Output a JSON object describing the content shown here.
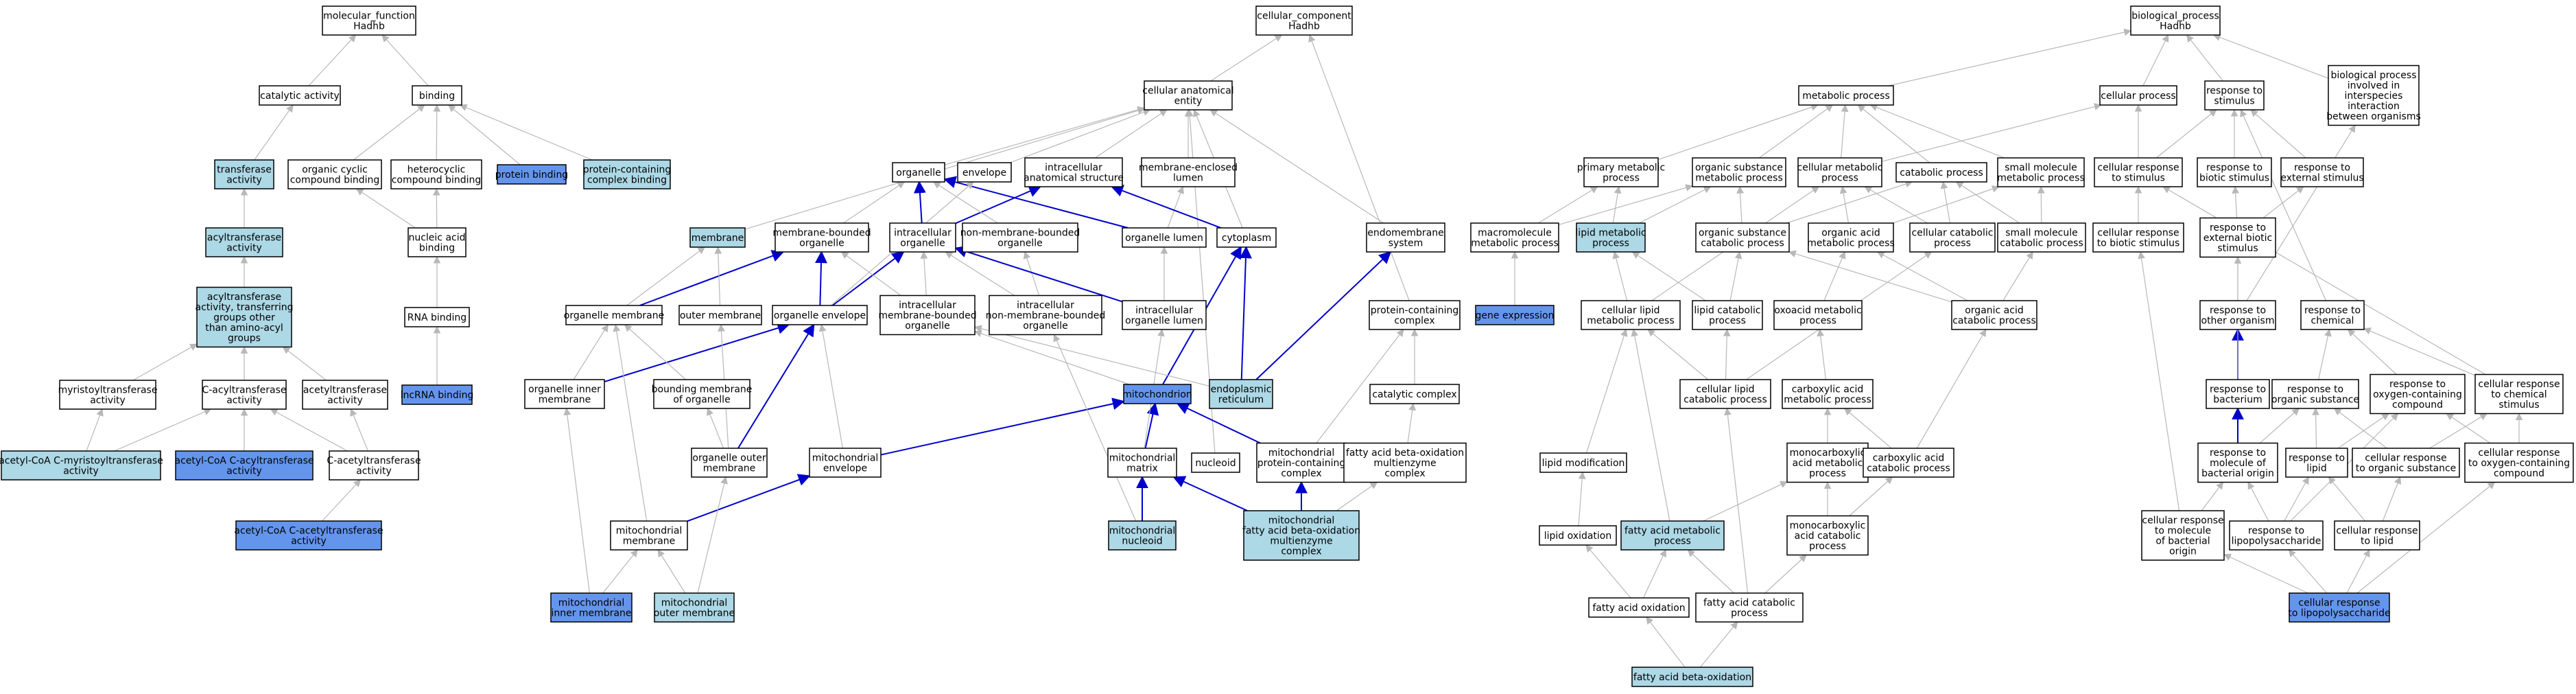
{
  "colors": {
    "plain": "#ffffff",
    "light": "#add8e6",
    "highlight": "#6495ed",
    "edge_gray": "#b8b8b8",
    "edge_blue": "#0000cd"
  },
  "nodes": [
    {
      "id": "mf_root",
      "text": "molecular_function\nHadhb",
      "fill": "plain"
    },
    {
      "id": "catalytic",
      "text": "catalytic activity",
      "fill": "plain"
    },
    {
      "id": "binding",
      "text": "binding",
      "fill": "plain"
    },
    {
      "id": "transferase",
      "text": "transferase\nactivity",
      "fill": "light"
    },
    {
      "id": "org_cyclic",
      "text": "organic cyclic\ncompound binding",
      "fill": "plain"
    },
    {
      "id": "heterocyclic",
      "text": "heterocyclic\ncompound binding",
      "fill": "plain"
    },
    {
      "id": "protein_binding",
      "text": "protein binding",
      "fill": "highlight"
    },
    {
      "id": "protein_complex_binding",
      "text": "protein-containing\ncomplex binding",
      "fill": "light"
    },
    {
      "id": "acyltransferase",
      "text": "acyltransferase\nactivity",
      "fill": "light"
    },
    {
      "id": "nucleic_acid_binding",
      "text": "nucleic acid\nbinding",
      "fill": "plain"
    },
    {
      "id": "acyltransferase_other",
      "text": "acyltransferase\nactivity, transferring\ngroups other\nthan amino-acyl\ngroups",
      "fill": "light"
    },
    {
      "id": "rna_binding",
      "text": "RNA binding",
      "fill": "plain"
    },
    {
      "id": "myristoyltransferase",
      "text": "myristoyltransferase\nactivity",
      "fill": "plain"
    },
    {
      "id": "c_acyltransferase",
      "text": "C-acyltransferase\nactivity",
      "fill": "plain"
    },
    {
      "id": "acetyltransferase",
      "text": "acetyltransferase\nactivity",
      "fill": "plain"
    },
    {
      "id": "lncrna_binding",
      "text": "lncRNA binding",
      "fill": "highlight"
    },
    {
      "id": "acetylcoa_myristoyl",
      "text": "acetyl-CoA C-myristoyltransferase\nactivity",
      "fill": "light"
    },
    {
      "id": "acetylcoa_cacyl",
      "text": "acetyl-CoA C-acyltransferase\nactivity",
      "fill": "highlight"
    },
    {
      "id": "c_acetyltransferase",
      "text": "C-acetyltransferase\nactivity",
      "fill": "plain"
    },
    {
      "id": "acetylcoa_cacetyl",
      "text": "acetyl-CoA C-acetyltransferase\nactivity",
      "fill": "highlight"
    },
    {
      "id": "cc_root",
      "text": "cellular_component\nHadhb",
      "fill": "plain"
    },
    {
      "id": "cell_anat",
      "text": "cellular anatomical\nentity",
      "fill": "plain"
    },
    {
      "id": "organelle",
      "text": "organelle",
      "fill": "plain"
    },
    {
      "id": "envelope",
      "text": "envelope",
      "fill": "plain"
    },
    {
      "id": "intracell_anat",
      "text": "intracellular\nanatomical structure",
      "fill": "plain"
    },
    {
      "id": "membrane_enclosed_lumen",
      "text": "membrane-enclosed\nlumen",
      "fill": "plain"
    },
    {
      "id": "membrane",
      "text": "membrane",
      "fill": "light"
    },
    {
      "id": "membrane_bounded_org",
      "text": "membrane-bounded\norganelle",
      "fill": "plain"
    },
    {
      "id": "intracell_org",
      "text": "intracellular\norganelle",
      "fill": "plain"
    },
    {
      "id": "non_membrane_org",
      "text": "non-membrane-bounded\norganelle",
      "fill": "plain"
    },
    {
      "id": "organelle_lumen",
      "text": "organelle lumen",
      "fill": "plain"
    },
    {
      "id": "cytoplasm",
      "text": "cytoplasm",
      "fill": "plain"
    },
    {
      "id": "endomembrane",
      "text": "endomembrane\nsystem",
      "fill": "plain"
    },
    {
      "id": "organelle_membrane",
      "text": "organelle membrane",
      "fill": "plain"
    },
    {
      "id": "outer_membrane",
      "text": "outer membrane",
      "fill": "plain"
    },
    {
      "id": "organelle_envelope",
      "text": "organelle envelope",
      "fill": "plain"
    },
    {
      "id": "intracell_membrane_org",
      "text": "intracellular\nmembrane-bounded\norganelle",
      "fill": "plain"
    },
    {
      "id": "intracell_non_membrane_org",
      "text": "intracellular\nnon-membrane-bounded\norganelle",
      "fill": "plain"
    },
    {
      "id": "intracell_org_lumen",
      "text": "intracellular\norganelle lumen",
      "fill": "plain"
    },
    {
      "id": "protein_complex",
      "text": "protein-containing\ncomplex",
      "fill": "plain"
    },
    {
      "id": "org_inner_membrane",
      "text": "organelle inner\nmembrane",
      "fill": "plain"
    },
    {
      "id": "bounding_membrane",
      "text": "bounding membrane\nof organelle",
      "fill": "plain"
    },
    {
      "id": "mitochondrion",
      "text": "mitochondrion",
      "fill": "highlight"
    },
    {
      "id": "er",
      "text": "endoplasmic\nreticulum",
      "fill": "light"
    },
    {
      "id": "catalytic_complex",
      "text": "catalytic complex",
      "fill": "plain"
    },
    {
      "id": "org_outer_membrane",
      "text": "organelle outer\nmembrane",
      "fill": "plain"
    },
    {
      "id": "mito_envelope",
      "text": "mitochondrial\nenvelope",
      "fill": "plain"
    },
    {
      "id": "mito_matrix",
      "text": "mitochondrial\nmatrix",
      "fill": "plain"
    },
    {
      "id": "nucleoid",
      "text": "nucleoid",
      "fill": "plain"
    },
    {
      "id": "mito_protein_complex",
      "text": "mitochondrial\nprotein-containing\ncomplex",
      "fill": "plain"
    },
    {
      "id": "fa_beta_ox_multienzyme",
      "text": "fatty acid beta-oxidation\nmultienzyme\ncomplex",
      "fill": "plain"
    },
    {
      "id": "mito_membrane",
      "text": "mitochondrial\nmembrane",
      "fill": "plain"
    },
    {
      "id": "mito_nucleoid",
      "text": "mitochondrial\nnucleoid",
      "fill": "light"
    },
    {
      "id": "mito_fa_complex",
      "text": "mitochondrial\nfatty acid beta-oxidation\nmultienzyme\ncomplex",
      "fill": "light"
    },
    {
      "id": "mito_inner_membrane",
      "text": "mitochondrial\ninner membrane",
      "fill": "highlight"
    },
    {
      "id": "mito_outer_membrane",
      "text": "mitochondrial\nouter membrane",
      "fill": "light"
    },
    {
      "id": "bp_root",
      "text": "biological_process\nHadhb",
      "fill": "plain"
    },
    {
      "id": "metabolic",
      "text": "metabolic process",
      "fill": "plain"
    },
    {
      "id": "cellular_process",
      "text": "cellular process",
      "fill": "plain"
    },
    {
      "id": "response_stimulus",
      "text": "response to\nstimulus",
      "fill": "plain"
    },
    {
      "id": "interspecies",
      "text": "biological process\ninvolved in\ninterspecies\ninteraction\nbetween organisms",
      "fill": "plain"
    },
    {
      "id": "primary_metabolic",
      "text": "primary metabolic\nprocess",
      "fill": "plain"
    },
    {
      "id": "organic_subst_metabolic",
      "text": "organic substance\nmetabolic process",
      "fill": "plain"
    },
    {
      "id": "cellular_metabolic",
      "text": "cellular metabolic\nprocess",
      "fill": "plain"
    },
    {
      "id": "catabolic",
      "text": "catabolic process",
      "fill": "plain"
    },
    {
      "id": "small_mol_metabolic",
      "text": "small molecule\nmetabolic process",
      "fill": "plain"
    },
    {
      "id": "cell_resp_stimulus",
      "text": "cellular response\nto stimulus",
      "fill": "plain"
    },
    {
      "id": "resp_biotic",
      "text": "response to\nbiotic stimulus",
      "fill": "plain"
    },
    {
      "id": "resp_external",
      "text": "response to\nexternal stimulus",
      "fill": "plain"
    },
    {
      "id": "macromolecule_metabolic",
      "text": "macromolecule\nmetabolic process",
      "fill": "plain"
    },
    {
      "id": "lipid_metabolic",
      "text": "lipid metabolic\nprocess",
      "fill": "light"
    },
    {
      "id": "organic_subst_catabolic",
      "text": "organic substance\ncatabolic process",
      "fill": "plain"
    },
    {
      "id": "organic_acid_metabolic",
      "text": "organic acid\nmetabolic process",
      "fill": "plain"
    },
    {
      "id": "cellular_catabolic",
      "text": "cellular catabolic\nprocess",
      "fill": "plain"
    },
    {
      "id": "small_mol_catabolic",
      "text": "small molecule\ncatabolic process",
      "fill": "plain"
    },
    {
      "id": "cell_resp_biotic",
      "text": "cellular response\nto biotic stimulus",
      "fill": "plain"
    },
    {
      "id": "resp_ext_biotic",
      "text": "response to\nexternal biotic\nstimulus",
      "fill": "plain"
    },
    {
      "id": "gene_expression",
      "text": "gene expression",
      "fill": "highlight"
    },
    {
      "id": "cell_lipid_metabolic",
      "text": "cellular lipid\nmetabolic process",
      "fill": "plain"
    },
    {
      "id": "lipid_catabolic",
      "text": "lipid catabolic\nprocess",
      "fill": "plain"
    },
    {
      "id": "oxoacid_metabolic",
      "text": "oxoacid metabolic\nprocess",
      "fill": "plain"
    },
    {
      "id": "organic_acid_catabolic",
      "text": "organic acid\ncatabolic process",
      "fill": "plain"
    },
    {
      "id": "resp_other_organism",
      "text": "response to\nother organism",
      "fill": "plain"
    },
    {
      "id": "resp_chemical",
      "text": "response to\nchemical",
      "fill": "plain"
    },
    {
      "id": "cell_lipid_catabolic",
      "text": "cellular lipid\ncatabolic process",
      "fill": "plain"
    },
    {
      "id": "carboxylic_metabolic",
      "text": "carboxylic acid\nmetabolic process",
      "fill": "plain"
    },
    {
      "id": "resp_bacterium",
      "text": "response to\nbacterium",
      "fill": "plain"
    },
    {
      "id": "resp_organic_subst",
      "text": "response to\norganic substance",
      "fill": "plain"
    },
    {
      "id": "resp_oxygen_compound",
      "text": "response to\noxygen-containing\ncompound",
      "fill": "plain"
    },
    {
      "id": "cell_resp_chemical",
      "text": "cellular response\nto chemical\nstimulus",
      "fill": "plain"
    },
    {
      "id": "lipid_modification",
      "text": "lipid modification",
      "fill": "plain"
    },
    {
      "id": "monocarboxylic_metabolic",
      "text": "monocarboxylic\nacid metabolic\nprocess",
      "fill": "plain"
    },
    {
      "id": "carboxylic_catabolic",
      "text": "carboxylic acid\ncatabolic process",
      "fill": "plain"
    },
    {
      "id": "resp_bacterial_origin",
      "text": "response to\nmolecule of\nbacterial origin",
      "fill": "plain"
    },
    {
      "id": "resp_lipid",
      "text": "response to\nlipid",
      "fill": "plain"
    },
    {
      "id": "cell_resp_organic_subst",
      "text": "cellular response\nto organic substance",
      "fill": "plain"
    },
    {
      "id": "cell_resp_oxygen",
      "text": "cellular response\nto oxygen-containing\ncompound",
      "fill": "plain"
    },
    {
      "id": "lipid_oxidation",
      "text": "lipid oxidation",
      "fill": "plain"
    },
    {
      "id": "fatty_acid_metabolic",
      "text": "fatty acid metabolic\nprocess",
      "fill": "light"
    },
    {
      "id": "monocarboxylic_catabolic",
      "text": "monocarboxylic\nacid catabolic\nprocess",
      "fill": "plain"
    },
    {
      "id": "cell_resp_bacterial",
      "text": "cellular response\nto molecule\nof bacterial\norigin",
      "fill": "plain"
    },
    {
      "id": "resp_lps",
      "text": "response to\nlipopolysaccharide",
      "fill": "plain"
    },
    {
      "id": "cell_resp_lipid",
      "text": "cellular response\nto lipid",
      "fill": "plain"
    },
    {
      "id": "fatty_acid_oxidation",
      "text": "fatty acid oxidation",
      "fill": "plain"
    },
    {
      "id": "fatty_acid_catabolic",
      "text": "fatty acid catabolic\nprocess",
      "fill": "plain"
    },
    {
      "id": "cell_resp_lps",
      "text": "cellular response\nto lipopolysaccharide",
      "fill": "highlight"
    },
    {
      "id": "fatty_acid_beta_ox",
      "text": "fatty acid beta-oxidation",
      "fill": "light"
    }
  ]
}
